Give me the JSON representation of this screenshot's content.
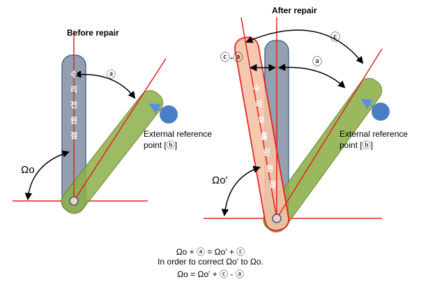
{
  "left": {
    "title": "Before repair",
    "angle_label": "Ωo",
    "arc_label": "ⓐ",
    "bar_text": [
      "수",
      "리",
      "전",
      "원",
      "점"
    ],
    "ext_label_line1": "External reference",
    "ext_label_line2": "point [ⓑ]"
  },
  "right": {
    "title": "After repair",
    "angle_label": "Ωo'",
    "arc_c_label": "ⓒ",
    "arc_ca_label": "ⓒ-ⓐ",
    "arc_a_label": "ⓐ",
    "bar_text": [
      "수",
      "리",
      "후",
      "틀",
      "린",
      "원",
      "점"
    ],
    "ext_label_line1": "External reference",
    "ext_label_line2": "point [ⓑ]"
  },
  "formulas": [
    "Ωo + ⓐ = Ωo' + ⓒ",
    "In order to correct Ωo' to Ωo.",
    "Ωo = Ωo' + ⓒ - ⓐ"
  ],
  "colors": {
    "gray_bar": "#8a97a8",
    "green_bar": "#8db04a",
    "orange_bar": "#f5c4a8",
    "red_line": "#e8201c",
    "blue_dot": "#4a7dc4"
  }
}
